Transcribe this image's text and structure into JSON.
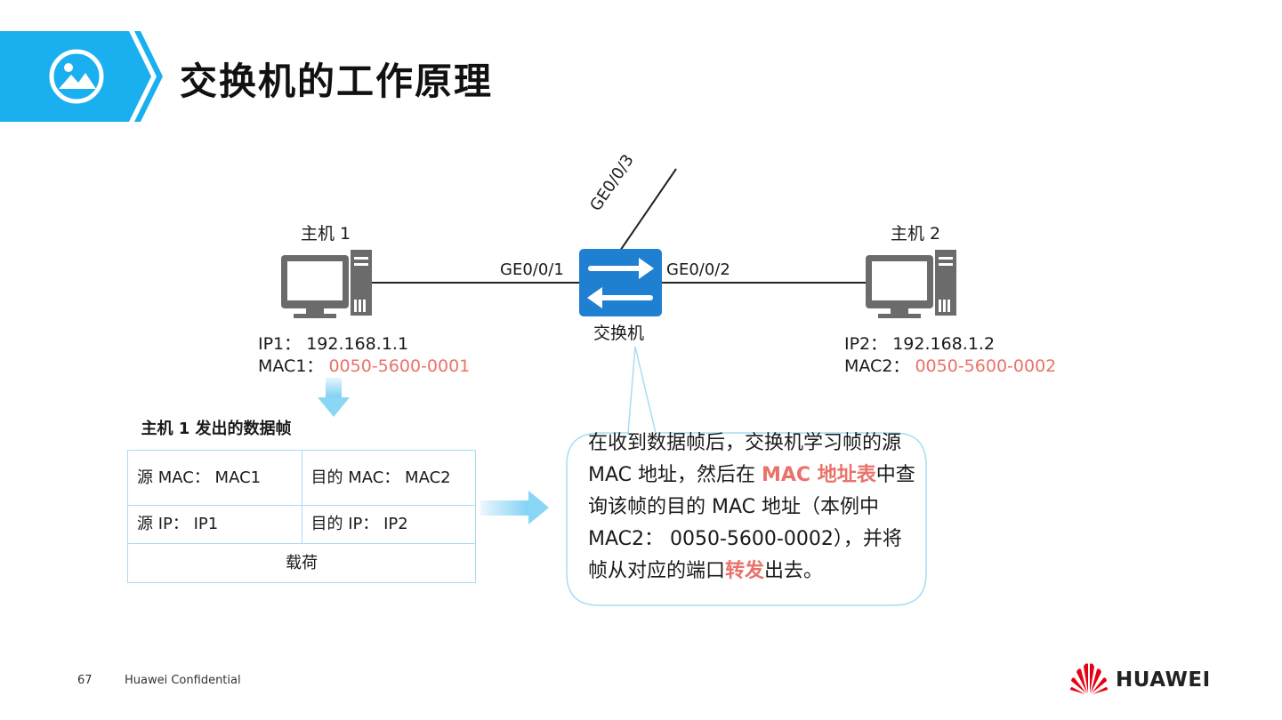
{
  "title": "交换机的工作原理",
  "host1": {
    "name": "主机 1",
    "ip_label": "IP1：",
    "ip": "192.168.1.1",
    "mac_label": "MAC1：",
    "mac": "0050-5600-0001"
  },
  "host2": {
    "name": "主机 2",
    "ip_label": "IP2：",
    "ip": "192.168.1.2",
    "mac_label": "MAC2：",
    "mac": "0050-5600-0002"
  },
  "switch": {
    "name": "交换机",
    "ports": [
      "GE0/0/1",
      "GE0/0/2",
      "GE0/0/3"
    ]
  },
  "frame": {
    "title": "主机 1 发出的数据帧",
    "rows": [
      [
        "源 MAC： MAC1",
        "目的 MAC： MAC2"
      ],
      [
        "源 IP： IP1",
        "目的 IP： IP2"
      ]
    ],
    "payload": "载荷"
  },
  "callout": {
    "p1": "在收到数据帧后，交换机学习帧的源 MAC 地址，然后在 ",
    "hl1": "MAC 地址表",
    "p2": "中查询该帧的目的 MAC 地址（本例中 MAC2： 0050-5600-0002），并将帧从对应的端口",
    "hl2": "转发",
    "p3": "出去。"
  },
  "footer": {
    "page": "67",
    "confidential": "Huawei Confidential",
    "brand": "HUAWEI"
  },
  "colors": {
    "accent_blue": "#1ab0ef",
    "switch_blue": "#1f7fd1",
    "mac_red": "#e8736a",
    "computer_gray": "#6b6b6b",
    "callout_border": "#a8dcf4"
  },
  "icons": {
    "header": "image-icon",
    "host": "computer-icon",
    "switch": "switch-icon",
    "logo": "huawei-flower-logo"
  }
}
